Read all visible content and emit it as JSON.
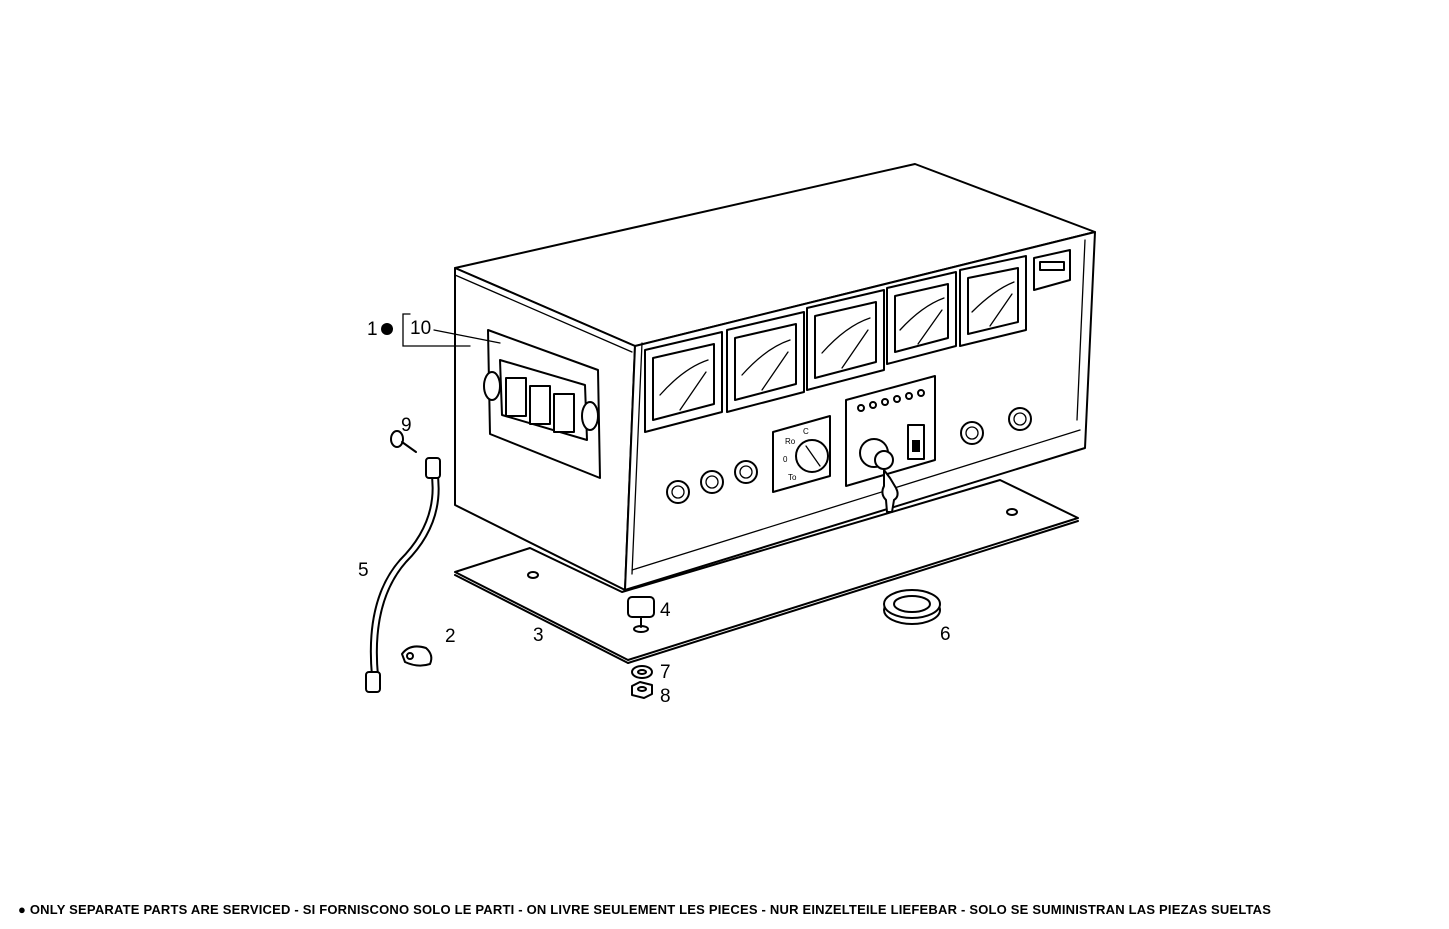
{
  "callouts": {
    "c1": "1",
    "c2": "2",
    "c3": "3",
    "c4": "4",
    "c5": "5",
    "c6": "6",
    "c7": "7",
    "c8": "8",
    "c9": "9",
    "c10": "10"
  },
  "footer": {
    "note": "ONLY SEPARATE PARTS ARE SERVICED - SI FORNISCONO SOLO LE PARTI  - ON LIVRE SEULEMENT LES PIECES - NUR EINZELTEILE LIEFEBAR - SOLO SE SUMINISTRAN LAS PIEZAS SUELTAS",
    "bullet": "●"
  }
}
